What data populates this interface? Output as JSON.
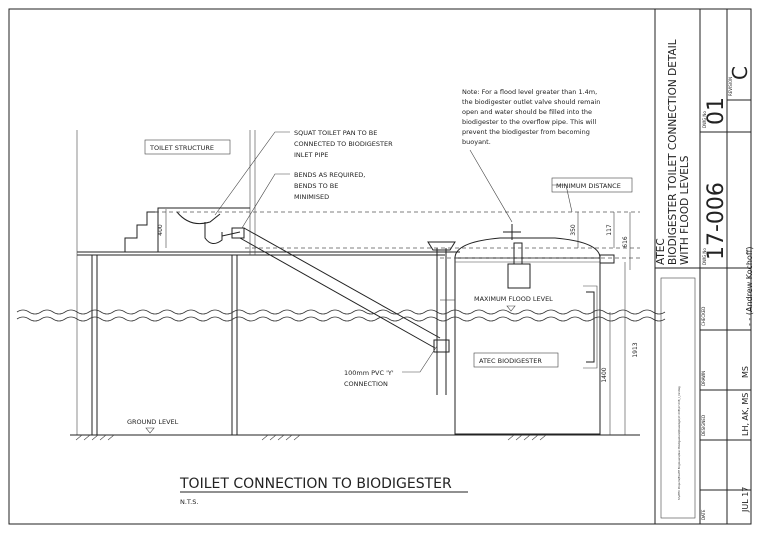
{
  "drawing": {
    "main_title": "TOILET CONNECTION TO BIODIGESTER",
    "scale_note": "N.T.S.",
    "note_lines": [
      "Note: For a flood level greater than 1.4m,",
      "the biodigester outlet valve should remain",
      "open and water should be filled into the",
      "biodigester to the overflow pipe. This will",
      "prevent the biodigester from becoming",
      "buoyant."
    ],
    "labels": {
      "toilet_structure": "TOILET STRUCTURE",
      "squat_pan": [
        "SQUAT TOILET PAN TO BE",
        "CONNECTED TO BIODIGESTER",
        "INLET PIPE"
      ],
      "bends": [
        "BENDS AS REQUIRED,",
        "BENDS TO BE",
        "MINIMISED"
      ],
      "minimum_distance": "MINIMUM DISTANCE",
      "max_flood_level": "MAXIMUM FLOOD LEVEL",
      "atec_biodigester": "ATEC BIODIGESTER",
      "pvc_y": [
        "100mm PVC 'Y'",
        "CONNECTION"
      ],
      "ground_level": "GROUND LEVEL"
    },
    "dimensions": {
      "d400": "400",
      "d350": "350",
      "d117": "117",
      "d616": "616",
      "d1913": "1913",
      "d1400": "1400"
    }
  },
  "title_block": {
    "company": "ATEC",
    "title_lines": [
      "BIODIGESTER TOILET CONNECTION DETAIL",
      "WITH FLOOD LEVELS"
    ],
    "dwg_no_label": "DWG No",
    "dwg_no": "17-006",
    "sheet_label": "DWG No",
    "sheet_no": "01",
    "revision_label": "REVISION",
    "revision": "C",
    "checked_label": "CHECKED",
    "checked_by": "- - (Andrew Kochoff)",
    "drawn_label": "DRAWN",
    "drawn_by": "MS",
    "designed_label": "DESIGNED",
    "designed_by": "LH, AK, MS",
    "date_label": "DATE",
    "date": "JUL 17",
    "file_path": "S:\\ATEC Projects\\Bi-ATE Engineers\\Atec Biodigesters\\Drawings\\17-006\\17-006_r_02.dwg"
  }
}
